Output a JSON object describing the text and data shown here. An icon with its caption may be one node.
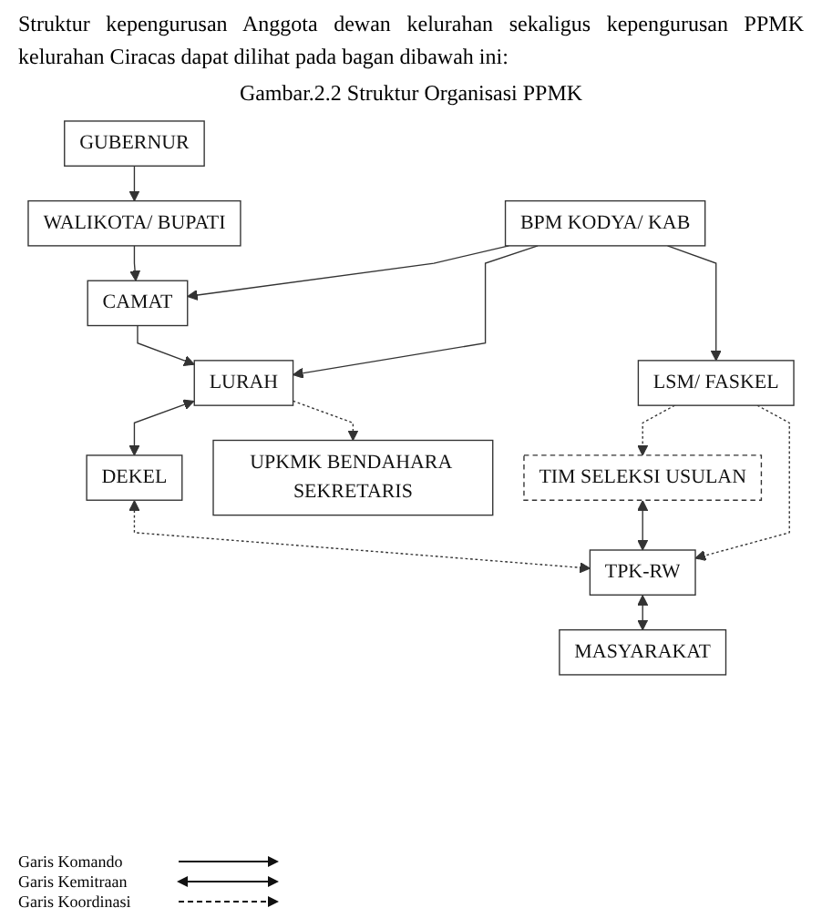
{
  "diagram": {
    "title": "Gambar.2.2 Struktur Organisasi PPMK",
    "nodes": [
      {
        "text": [
          "GUBERNUR"
        ]
      },
      {
        "text": [
          "WALIKOTA/ BUPATI"
        ]
      },
      {
        "text": [
          "BPM KODYA/ KAB"
        ]
      },
      {
        "text": [
          "CAMAT"
        ]
      },
      {
        "text": [
          "LURAH"
        ]
      },
      {
        "text": [
          "LSM/ FASKEL"
        ]
      },
      {
        "text": [
          "DEKEL"
        ]
      },
      {
        "text": [
          "UPKMK BENDAHARA SEKRETARIS"
        ]
      },
      {
        "text": [
          "TIM SELEKSI USULAN"
        ]
      },
      {
        "text": [
          "TPK-RW"
        ]
      },
      {
        "text": [
          "MASYARAKAT"
        ]
      }
    ],
    "edges": [
      {
        "from": 0,
        "to": 1,
        "arrow": "to"
      },
      {
        "from": 1,
        "to": 3,
        "arrow": "to"
      },
      {
        "from": 2,
        "to": 3,
        "arrow": "to"
      },
      {
        "from": 2,
        "to": 5,
        "arrow": "to"
      },
      {
        "from": 3,
        "to": 4,
        "arrow": "to"
      },
      {
        "from": 2,
        "to": 4,
        "arrow": "to"
      },
      {
        "from": 4,
        "to": 6,
        "arrow": "both"
      },
      {
        "from": 4,
        "to": 7,
        "arrow": "to",
        "style": "dashed"
      },
      {
        "from": 5,
        "to": 8,
        "arrow": "to",
        "style": "dashed"
      },
      {
        "from": 6,
        "to": 9,
        "arrow": "both",
        "style": "dashed"
      },
      {
        "from": 8,
        "to": 9,
        "arrow": "both"
      },
      {
        "from": 5,
        "to": 9,
        "arrow": "to",
        "style": "dashed"
      },
      {
        "from": 9,
        "to": 10,
        "arrow": "both"
      }
    ],
    "labels": [
      "Struktur kepengurusan Anggota dewan kelurahan sekaligus kepengurusan PPMK kelurahan Ciracas dapat dilihat pada bagan dibawah ini:"
    ],
    "legend": [
      {
        "text": "Garis Komando"
      },
      {
        "text": "Garis Kemitraan"
      },
      {
        "text": "Garis Koordinasi"
      }
    ]
  }
}
